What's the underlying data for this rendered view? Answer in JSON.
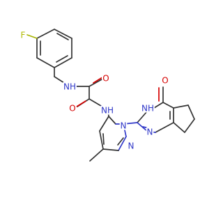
{
  "labels": {
    "f": "F",
    "nh_amide1": "NH",
    "o1": "O",
    "o2": "O",
    "nh_amide2": "NH",
    "n_pyrazole1": "N",
    "n_pyrazole2": "N",
    "methyl": "",
    "nh_pyrimidine": "NH",
    "n_pyrimidine": "N",
    "o_pyrimidine": "O"
  },
  "colors": {
    "carbon": "#333333",
    "nitrogen": "#2f37c8",
    "oxygen": "#d60000",
    "fluorine": "#b0ba00"
  }
}
